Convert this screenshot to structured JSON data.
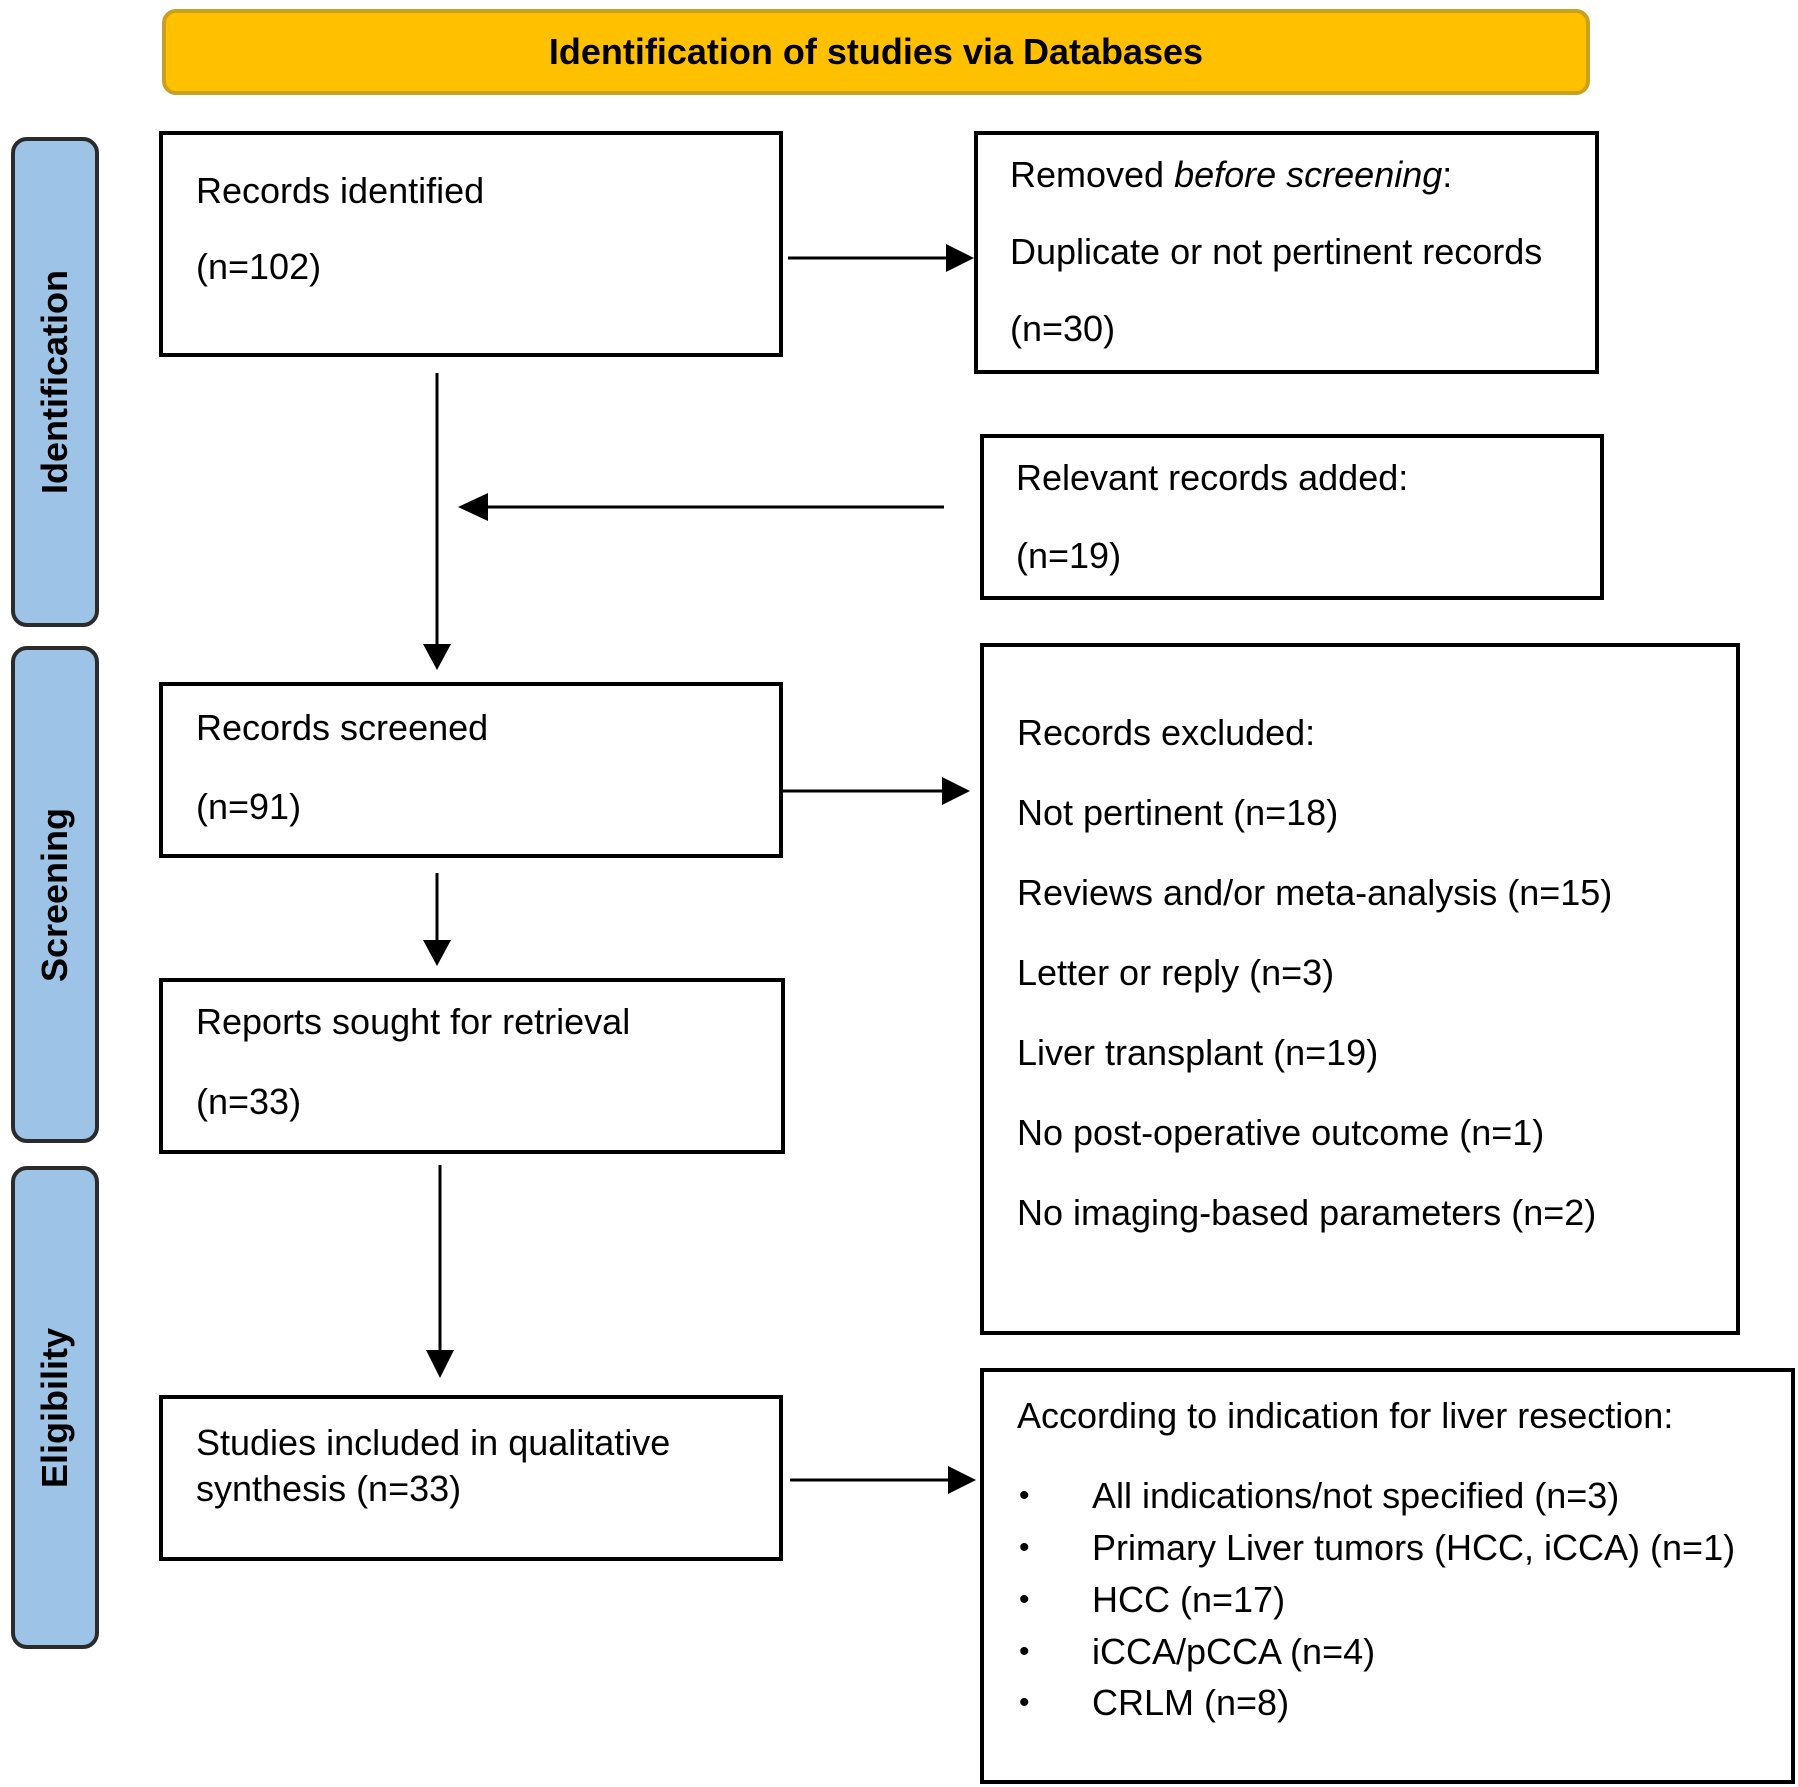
{
  "header": {
    "title": "Identification of studies via Databases"
  },
  "phases": {
    "identification": "Identification",
    "screening": "Screening",
    "eligibility": "Eligibility"
  },
  "records_identified": {
    "label": "Records identified",
    "count": "(n=102)"
  },
  "removed": {
    "label_prefix": "Removed ",
    "label_italic": "before screening",
    "label_suffix": ":",
    "detail": "Duplicate or not pertinent records",
    "count": "(n=30)"
  },
  "relevant_added": {
    "label": "Relevant records added:",
    "count": "(n=19)"
  },
  "records_screened": {
    "label": "Records screened",
    "count": "(n=91)"
  },
  "records_excluded": {
    "label": "Records excluded:",
    "items": [
      "Not pertinent (n=18)",
      "Reviews and/or meta-analysis (n=15)",
      "Letter or reply (n=3)",
      "Liver transplant (n=19)",
      "No post-operative outcome (n=1)",
      "No imaging-based parameters (n=2)"
    ]
  },
  "reports_sought": {
    "label": "Reports sought for retrieval",
    "count": "(n=33)"
  },
  "studies_included": {
    "line1": "Studies included in qualitative",
    "line2": "synthesis (n=33)"
  },
  "indication": {
    "label": "According to indication for liver resection:",
    "bullet": "•",
    "items": [
      "All indications/not specified (n=3)",
      "Primary Liver tumors (HCC, iCCA) (n=1)",
      "HCC (n=17)",
      "iCCA/pCCA (n=4)",
      "CRLM (n=8)"
    ]
  }
}
